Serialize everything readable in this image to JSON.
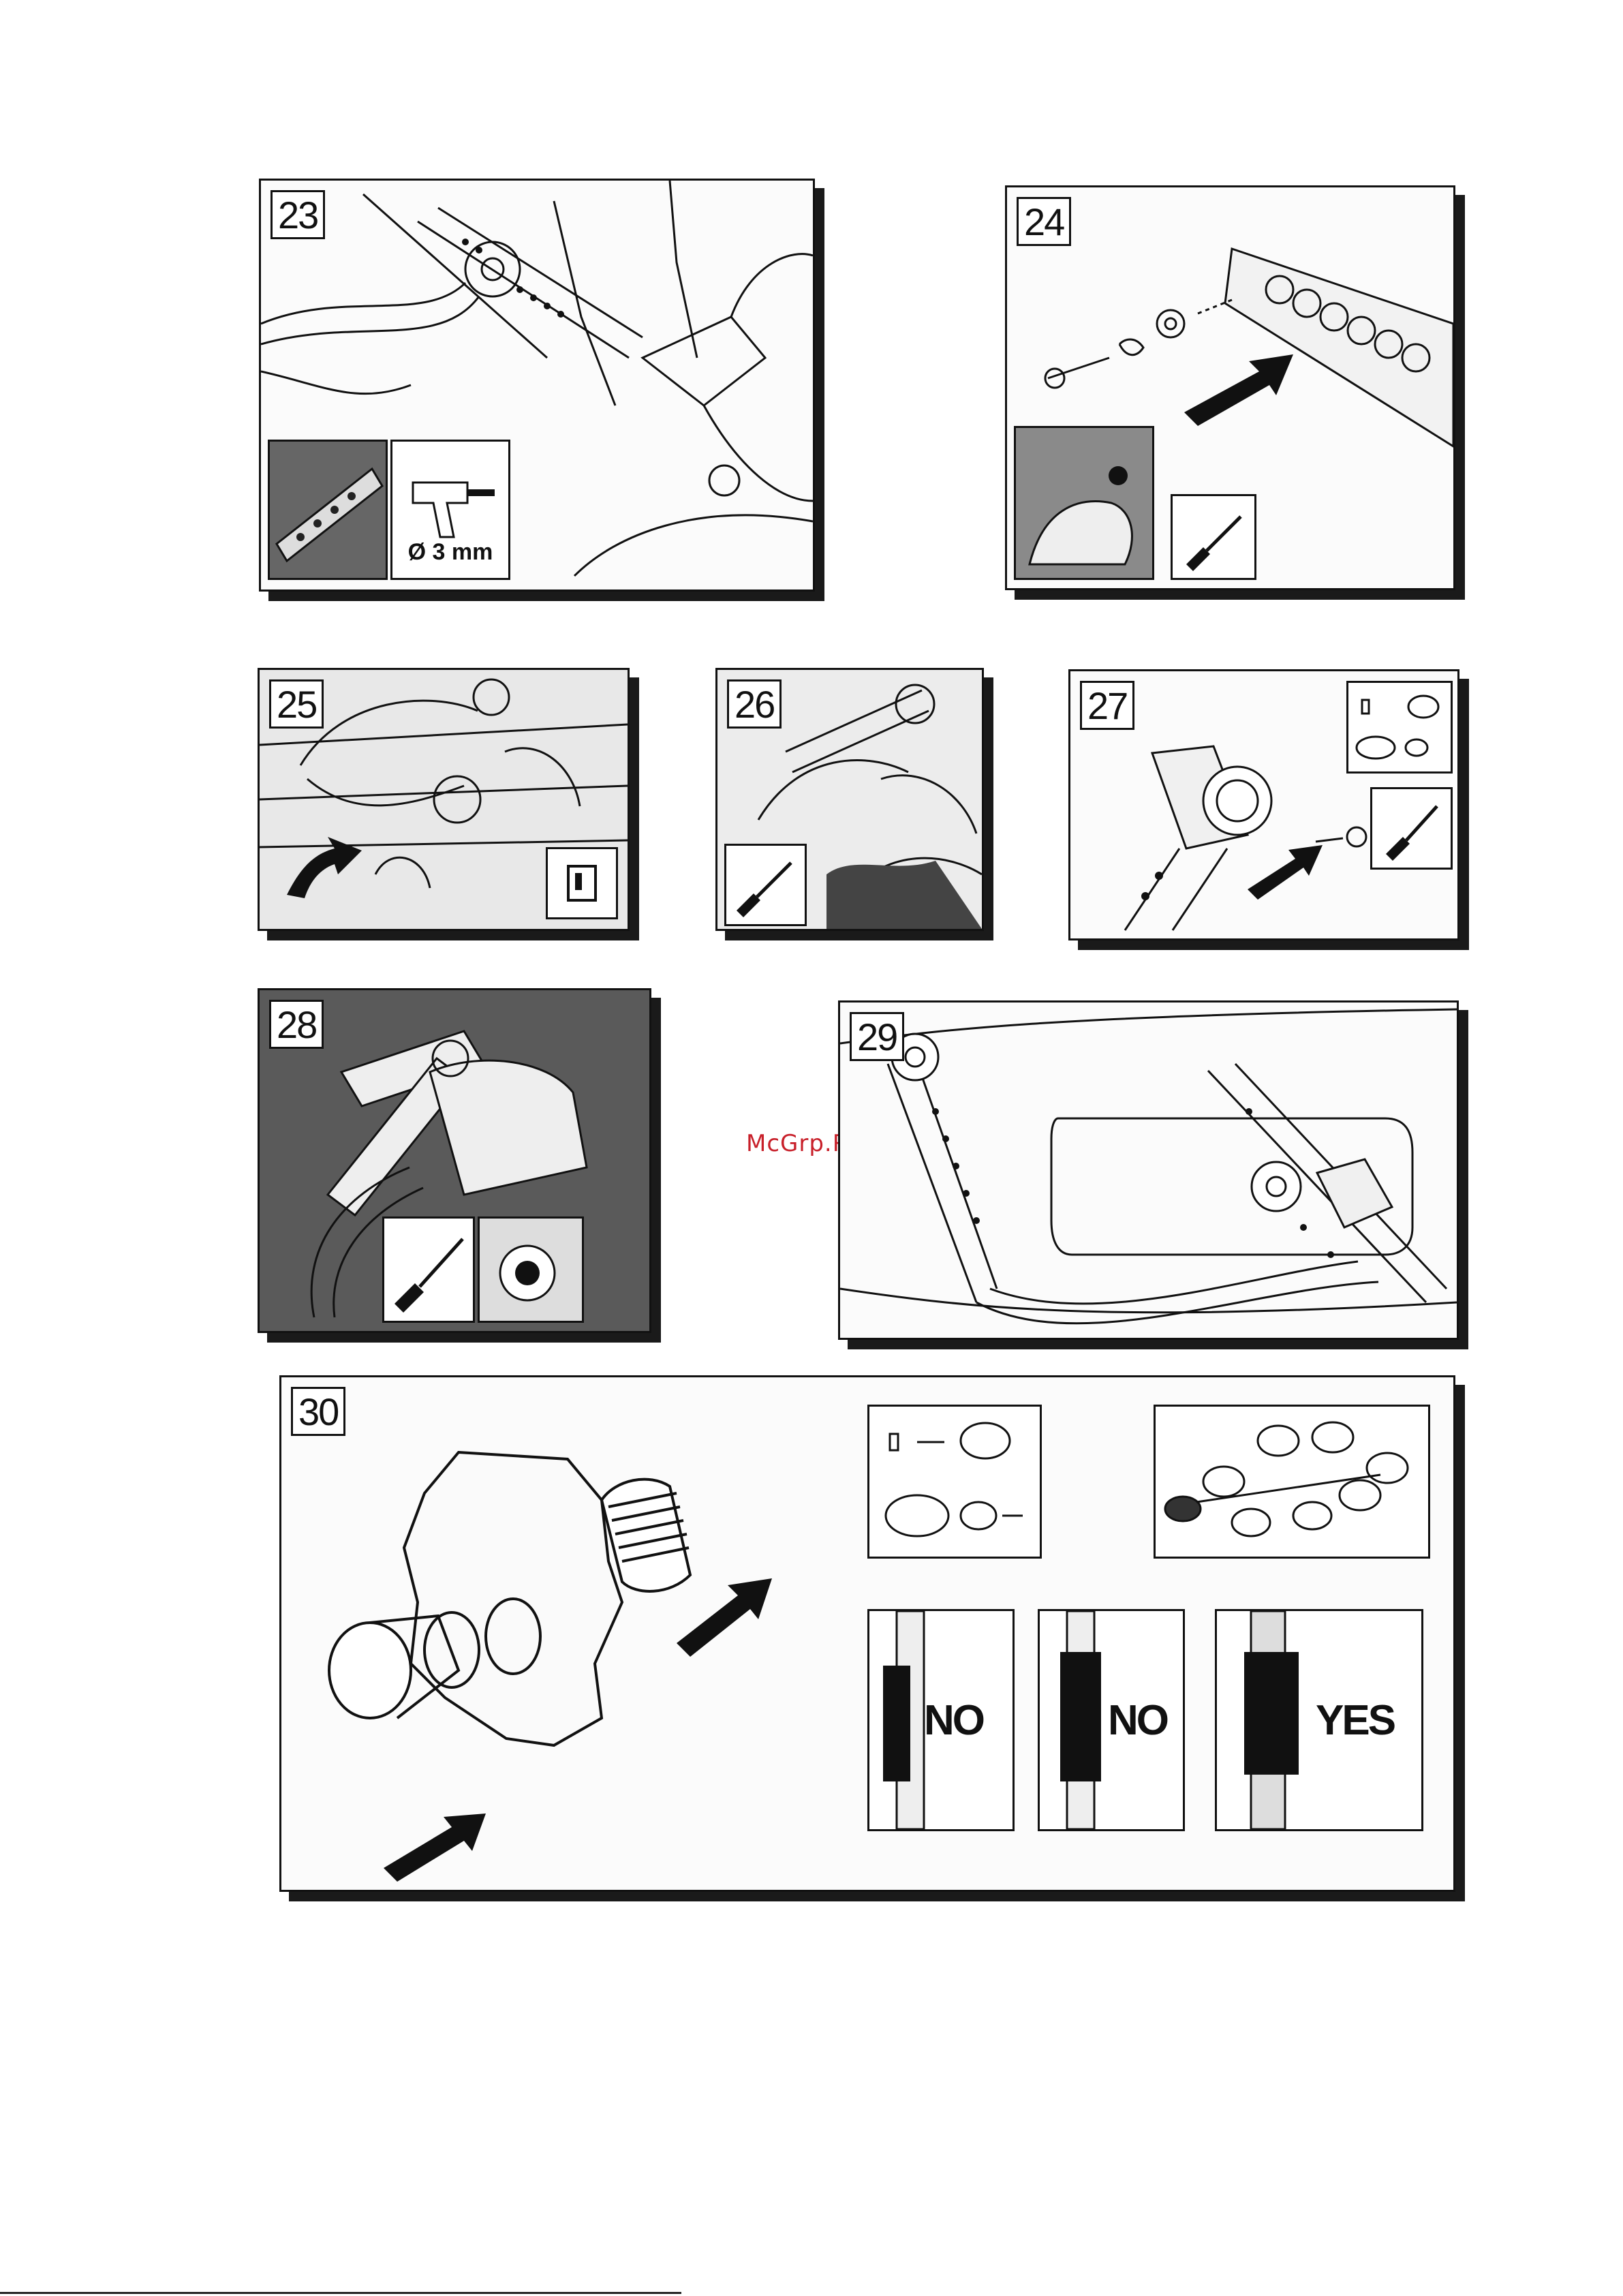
{
  "watermark": "McGrp.Ru",
  "steps": [
    {
      "number": "23",
      "drill_size": "Ø 3 mm"
    },
    {
      "number": "24"
    },
    {
      "number": "25"
    },
    {
      "number": "26"
    },
    {
      "number": "27"
    },
    {
      "number": "28"
    },
    {
      "number": "29"
    },
    {
      "number": "30",
      "checks": [
        "NO",
        "NO",
        "YES"
      ]
    }
  ],
  "icons": [
    "drill-icon",
    "screwdriver-icon",
    "arrow-icon",
    "clip-icon",
    "screw-icon"
  ]
}
